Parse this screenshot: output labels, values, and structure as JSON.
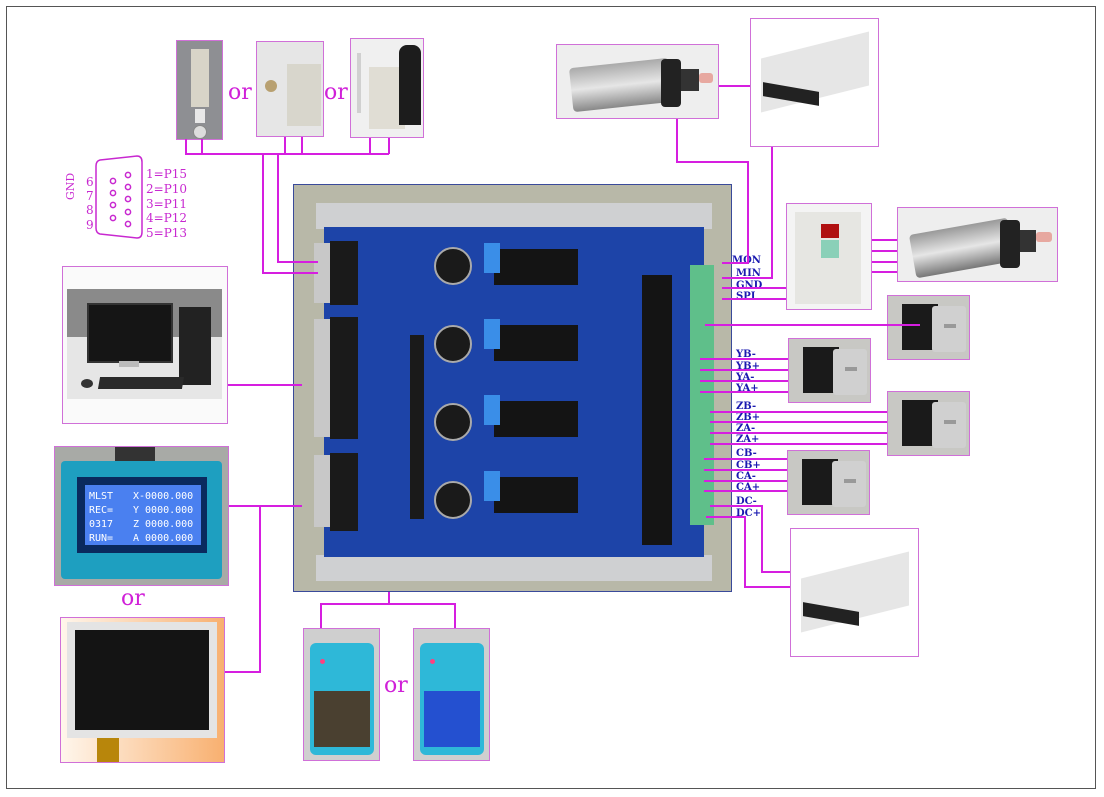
{
  "diagram": {
    "title": "CNC 4-axis stepper controller wiring diagram",
    "connector_word": "or",
    "accent_color": "#d61ee0",
    "label_color": "#1a1ab0",
    "db9": {
      "gnd_label": "GND",
      "left_pins": [
        "6",
        "7",
        "8",
        "9"
      ],
      "right_pins": [
        "1=P15",
        "2=P10",
        "3=P11",
        "4=P12",
        "5=P13"
      ]
    },
    "components": {
      "limit_switches": [
        "limit-switch-plunger",
        "limit-switch-roller",
        "limit-switch-lever"
      ],
      "spindle_top": "spindle-motor",
      "psu_top": "power-supply",
      "vfd": "vfd-inverter",
      "spindle_right": "spindle-motor",
      "stepper_motors": [
        "stepper-x",
        "stepper-y",
        "stepper-z",
        "stepper-c"
      ],
      "psu_bottom": "power-supply",
      "pc": "desktop-computer",
      "lcd_small": "character-lcd",
      "lcd_large": "tft-lcd",
      "handhelds": [
        "handheld-pendant-dark",
        "handheld-pendant-blue"
      ],
      "board": "controller-board"
    },
    "terminal_labels": [
      "MON",
      "MIN",
      "GND",
      "SPI",
      "YB-",
      "YB+",
      "YA-",
      "YA+",
      "ZB-",
      "ZB+",
      "ZA-",
      "ZA+",
      "CB-",
      "CB+",
      "CA-",
      "CA+",
      "DC-",
      "DC+"
    ],
    "lcd_screen": {
      "lines": [
        [
          "MLST",
          "X-0000.000"
        ],
        [
          "REC=",
          "Y 0000.000"
        ],
        [
          "0317",
          "Z 0000.000"
        ],
        [
          "RUN=",
          "A 0000.000"
        ]
      ]
    }
  }
}
